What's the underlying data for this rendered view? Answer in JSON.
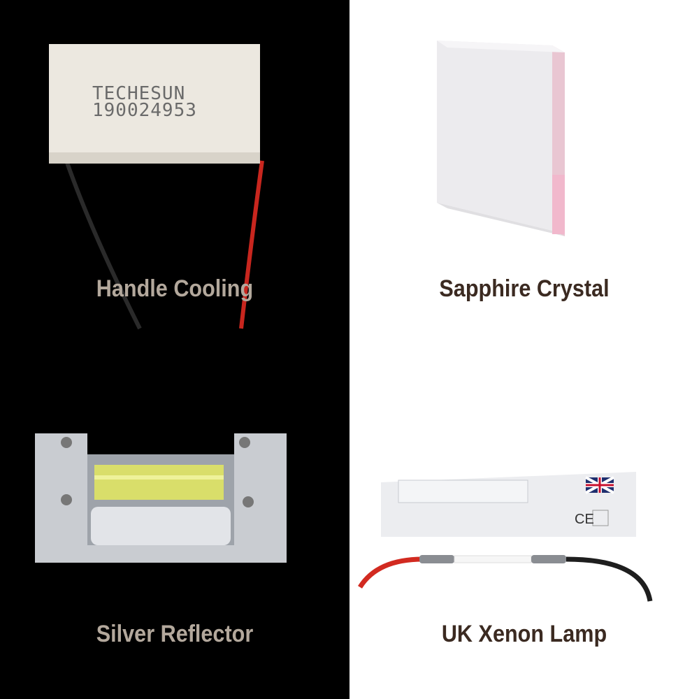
{
  "products": [
    {
      "label": "Handle Cooling",
      "marking_line1": "TECHESUN",
      "marking_line2": "190024953"
    },
    {
      "label": "Sapphire Crystal"
    },
    {
      "label": "Silver Reflector"
    },
    {
      "label": "UK Xenon Lamp",
      "box_mark": "CE"
    }
  ],
  "colors": {
    "dark_label": "#b3a89c",
    "light_label": "#3b2a21"
  }
}
